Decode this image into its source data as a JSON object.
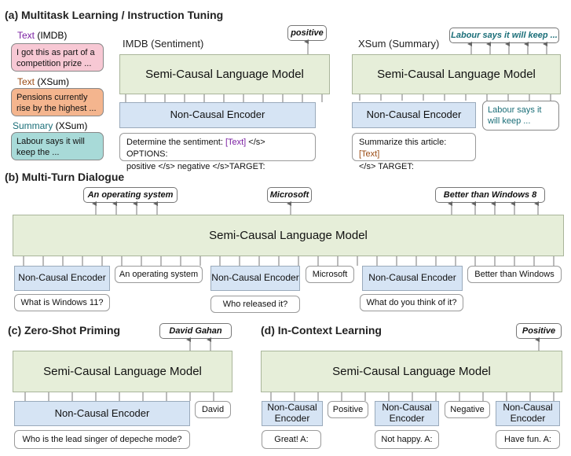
{
  "sections": {
    "a": "(a) Multitask Learning / Instruction Tuning",
    "b": "(b) Multi-Turn Dialogue",
    "c": "(c) Zero-Shot Priming",
    "d": "(d) In-Context Learning"
  },
  "common": {
    "lm": "Semi-Causal Language Model",
    "encoder": "Non-Causal Encoder",
    "encoder_l1": "Non-Causal",
    "encoder_l2": "Encoder"
  },
  "a": {
    "side": [
      {
        "label": "Text",
        "suffix": " (IMDB)",
        "text": "I got this as part of a competition prize ..."
      },
      {
        "label": "Text",
        "suffix": " (XSum)",
        "text": "Pensions currently rise by the highest ..."
      },
      {
        "label": "Summary",
        "suffix": " (XSum)",
        "text": "Labour says it will keep the ..."
      }
    ],
    "imdb": {
      "title": "IMDB (Sentiment)",
      "output": "positive",
      "prompt_pre": "Determine the sentiment: ",
      "prompt_tag": "[Text]",
      "prompt_post": " </s> OPTIONS:",
      "prompt_line2": "positive </s> negative </s>TARGET:"
    },
    "xsum": {
      "title": "XSum (Summary)",
      "output": "Labour says it will keep ...",
      "side_text": "Labour says it will keep ...",
      "prompt_pre": "Summarize this article: ",
      "prompt_tag": "[Text]",
      "prompt_line2": "</s> TARGET:"
    }
  },
  "b": {
    "outputs": [
      "An  operating system",
      "Microsoft",
      "Better  than  Windows  8"
    ],
    "answers": [
      "An operating system",
      "Microsoft",
      "Better than Windows"
    ],
    "questions": [
      "What is Windows 11?",
      "Who released it?",
      "What do you think of it?"
    ]
  },
  "c": {
    "output": "David  Gahan",
    "side": "David",
    "question": "Who is the lead singer of depeche mode?"
  },
  "d": {
    "output": "Positive",
    "labels": [
      "Positive",
      "Negative"
    ],
    "inputs": [
      "Great! A:",
      "Not happy. A:",
      "Have fun. A:"
    ]
  },
  "colors": {
    "lm_fill": "#e6eed9",
    "encoder_fill": "#d6e4f4",
    "imdb_text": "#f7c8d4",
    "xsum_text": "#f4b58e",
    "xsum_summary": "#a8dad8"
  }
}
